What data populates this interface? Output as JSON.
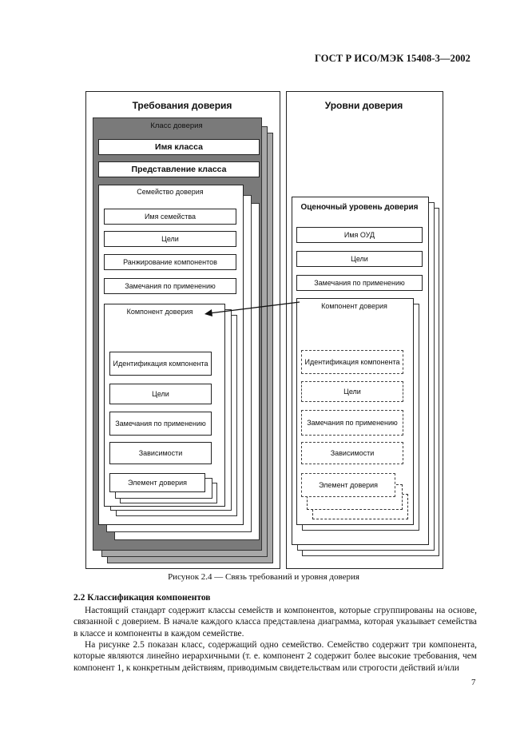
{
  "header": {
    "standard": "ГОСТ Р ИСО/МЭК 15408-3—2002"
  },
  "figure": {
    "left_panel": {
      "title": "Требования доверия",
      "class_label": "Класс доверия",
      "class_name": "Имя класса",
      "class_presentation": "Представление класса",
      "family_label": "Семейство доверия",
      "family_fields": [
        "Имя семейства",
        "Цели",
        "Ранжирование компонентов",
        "Замечания по применению"
      ],
      "component_label": "Компонент доверия",
      "component_fields": [
        "Идентификация компонента",
        "Цели",
        "Замечания по применению",
        "Зависимости"
      ],
      "element_label": "Элемент доверия"
    },
    "right_panel": {
      "title": "Уровни доверия",
      "eal_label": "Оценочный уровень доверия",
      "eal_fields": [
        "Имя ОУД",
        "Цели",
        "Замечания по применению"
      ],
      "component_label": "Компонент доверия",
      "component_fields": [
        "Идентификация компонента",
        "Цели",
        "Замечания по применению",
        "Зависимости"
      ],
      "element_label": "Элемент доверия"
    },
    "caption": "Рисунок 2.4 — Связь требований и уровня доверия"
  },
  "section": {
    "heading": "2.2 Классификация компонентов",
    "paragraph1": "Настоящий стандарт содержит классы семейств и компонентов, которые сгруппированы на основе, связанной с доверием. В начале каждого класса представлена диаграмма, которая указывает семейства в классе и компоненты в каждом семействе.",
    "paragraph2": "На рисунке 2.5 показан класс, содержащий одно семейство. Семейство содержит три компонента, которые являются линейно иерархичными (т. е. компонент 2 содержит более высокие требования, чем компонент 1, к конкретным действиям, приводимым свидетельствам или строгости действий и/или"
  },
  "page_number": "7"
}
